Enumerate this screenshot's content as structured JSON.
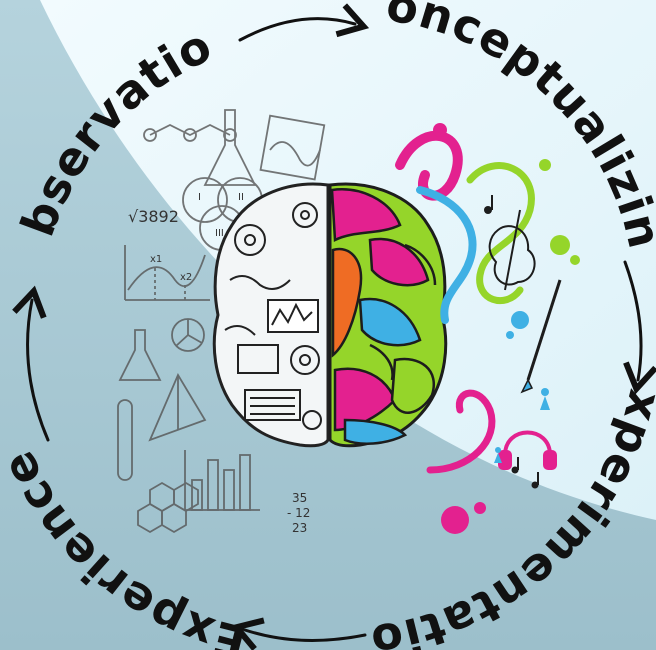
{
  "diagram": {
    "stages": [
      {
        "label": "Observation"
      },
      {
        "label": "Conceptualizing"
      },
      {
        "label": "Experimentation"
      },
      {
        "label": "Experience"
      }
    ],
    "math_text": {
      "root": "√3892",
      "set_labels": [
        "I",
        "II",
        "III"
      ],
      "x_labels": [
        "x1",
        "x2"
      ],
      "addition": [
        "35",
        "- 12",
        "23"
      ]
    },
    "colors": {
      "background_light": "#e8f6fb",
      "background_dark": "#a6c7d2",
      "magenta": "#e3218f",
      "green": "#95d52a",
      "orange": "#ef6c24",
      "cyan": "#3fb0e4",
      "ink": "#111111"
    },
    "icons": [
      "brain-icon",
      "gear-icon",
      "violin-icon",
      "headphones-icon",
      "paintbrush-icon",
      "flask-icon",
      "bar-chart-icon",
      "pie-chart-icon"
    ]
  }
}
